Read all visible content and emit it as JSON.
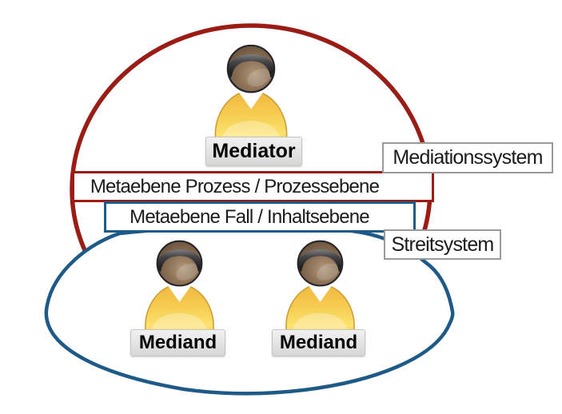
{
  "systems": {
    "mediation": {
      "label": "Mediationssystem",
      "member": "Mediator"
    },
    "dispute": {
      "label": "Streitsystem",
      "members": [
        "Mediand",
        "Mediand"
      ]
    }
  },
  "levels": {
    "process": "Metaebene Prozess / Prozessebene",
    "content": "Metaebene Fall / Inhaltsebene"
  },
  "icons": {
    "person": "person-icon"
  },
  "colors": {
    "mediation_ring": "#9A1C15",
    "dispute_ring": "#1E5A88",
    "label_border": "#9A9A9A",
    "text": "#1B1B1B"
  }
}
